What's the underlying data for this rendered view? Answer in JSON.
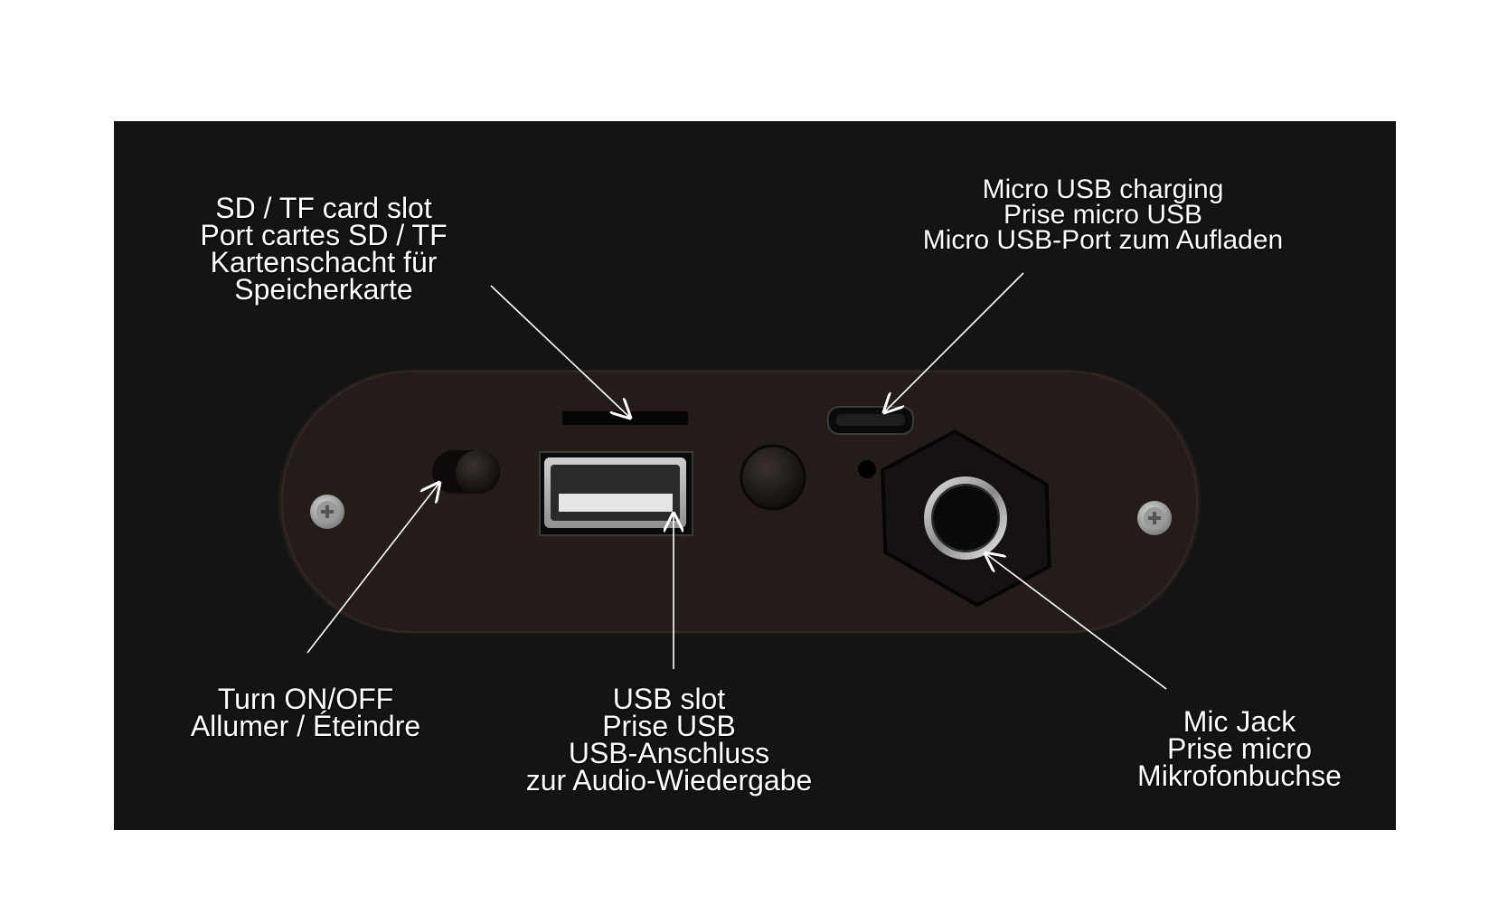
{
  "colors": {
    "page_background": "#ffffff",
    "frame_background": "#141414",
    "panel": "#231c19",
    "text": "#ffffff",
    "arrow": "#ffffff"
  },
  "labels": {
    "sd_card": [
      "SD / TF card slot",
      "Port cartes SD / TF",
      "Kartenschacht für",
      "Speicherkarte"
    ],
    "micro_usb": [
      "Micro USB charging",
      "Prise micro USB",
      "Micro USB-Port zum Aufladen"
    ],
    "power": [
      "Turn ON/OFF",
      "Allumer / Éteindre"
    ],
    "usb": [
      "USB slot",
      "Prise USB",
      "USB-Anschluss",
      "zur Audio-Wiedergabe"
    ],
    "mic": [
      "Mic Jack",
      "Prise micro",
      "Mikrofonbuchse"
    ]
  },
  "icons": {
    "screw": "screw-icon",
    "power_button": "power-button-icon",
    "usb_port": "usb-port-icon",
    "sd_slot": "sd-slot-icon",
    "micro_usb_port": "micro-usb-port-icon",
    "knob": "knob-icon",
    "indicator": "led-hole-icon",
    "mic_jack": "mic-jack-icon"
  }
}
